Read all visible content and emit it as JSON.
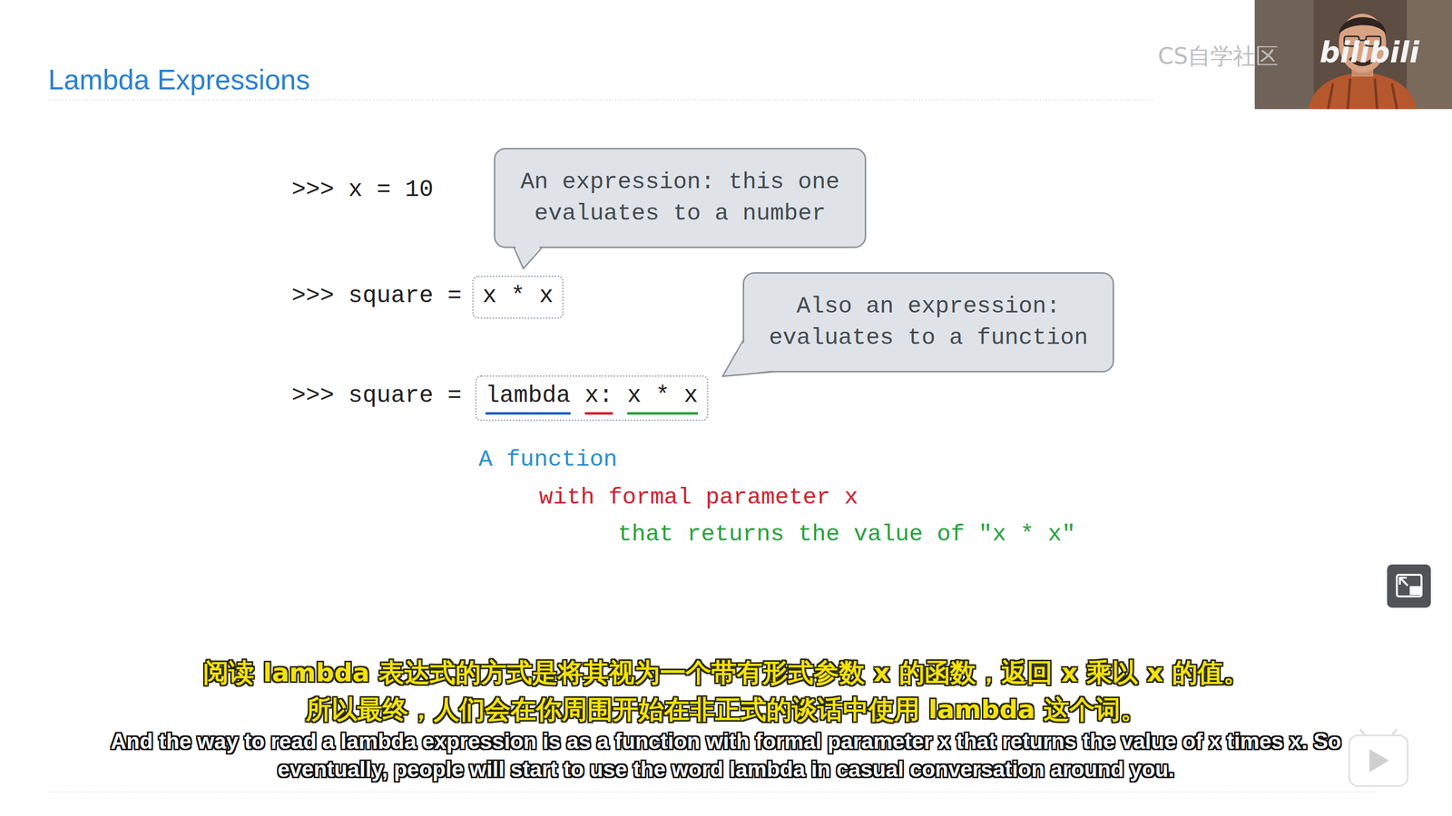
{
  "diagram": {
    "title": "Lambda Expressions",
    "nodes": [
      {
        "text": [
          "An expression: this one evaluates to a number"
        ]
      },
      {
        "text": [
          "x * x"
        ]
      },
      {
        "text": [
          "Also an expression: evaluates to a function"
        ]
      },
      {
        "text": [
          "lambda",
          "x:",
          "x * x"
        ]
      }
    ],
    "labels": [
      ">>> x = 10",
      ">>> square =",
      ">>> square =",
      "A function",
      "with formal parameter x",
      "that returns the value of \"x * x\"",
      "阅读 lambda 表达式的方式是将其视为一个带有形式参数 x 的函数，返回 x 乘以 x 的值。",
      "所以最终，人们会在你周围开始在非正式的谈话中使用 lambda 这个词。",
      "And the way to read a lambda expression is as a function with formal parameter x that returns the value of x times x. So eventually, people will start to use the word lambda in casual conversation around you.",
      "CS自学社区",
      "bilibili"
    ]
  }
}
